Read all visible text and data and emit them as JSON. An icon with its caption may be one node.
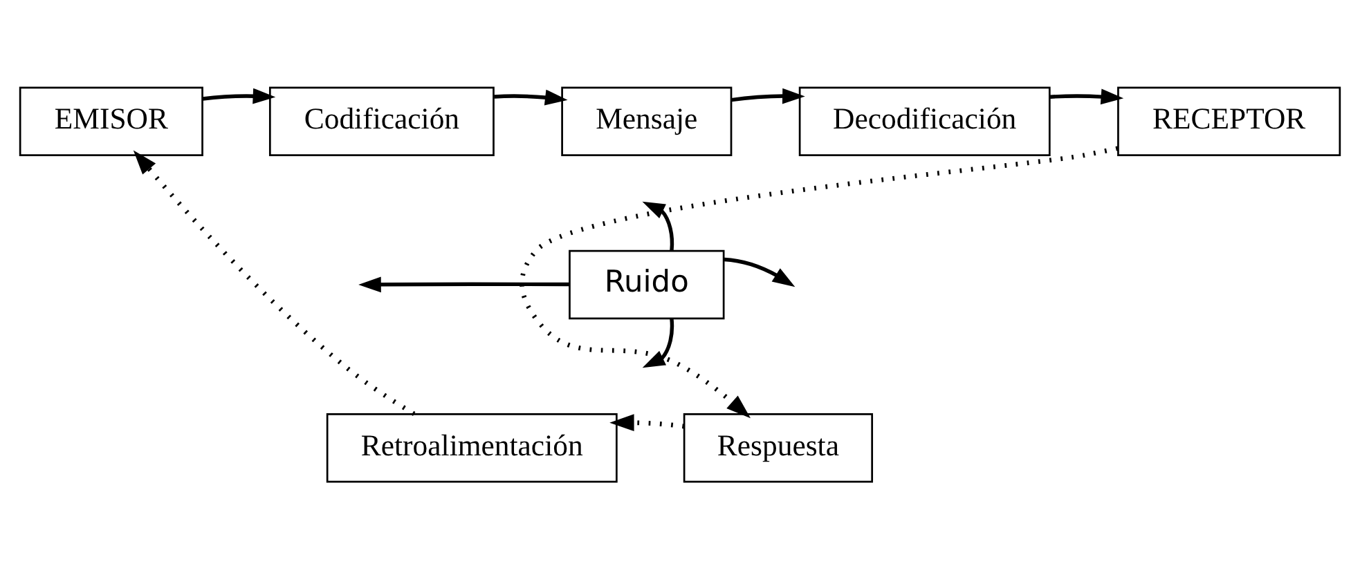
{
  "diagram": {
    "nodes": [
      {
        "text": [
          "EMISOR"
        ]
      },
      {
        "text": [
          "Codificación"
        ]
      },
      {
        "text": [
          "Mensaje"
        ]
      },
      {
        "text": [
          "Decodificación"
        ]
      },
      {
        "text": [
          "RECEPTOR"
        ]
      },
      {
        "text": [
          "Ruido"
        ]
      },
      {
        "text": [
          "Respuesta"
        ]
      },
      {
        "text": [
          "Retroalimentación"
        ]
      }
    ],
    "edges": [
      {
        "from": 0,
        "to": 1,
        "arrow": "to"
      },
      {
        "from": 1,
        "to": 2,
        "arrow": "to"
      },
      {
        "from": 2,
        "to": 3,
        "arrow": "to"
      },
      {
        "from": 3,
        "to": 4,
        "arrow": "to"
      },
      {
        "from": 5,
        "to": null,
        "arrow": "to"
      },
      {
        "from": 5,
        "to": null,
        "arrow": "to"
      },
      {
        "from": 5,
        "to": null,
        "arrow": "to"
      },
      {
        "from": 5,
        "to": null,
        "arrow": "to"
      },
      {
        "from": 4,
        "to": 6,
        "arrow": "to",
        "style": "dashed"
      },
      {
        "from": 6,
        "to": 7,
        "arrow": "to",
        "style": "dashed"
      },
      {
        "from": 7,
        "to": 0,
        "arrow": "to",
        "style": "dashed"
      }
    ]
  }
}
